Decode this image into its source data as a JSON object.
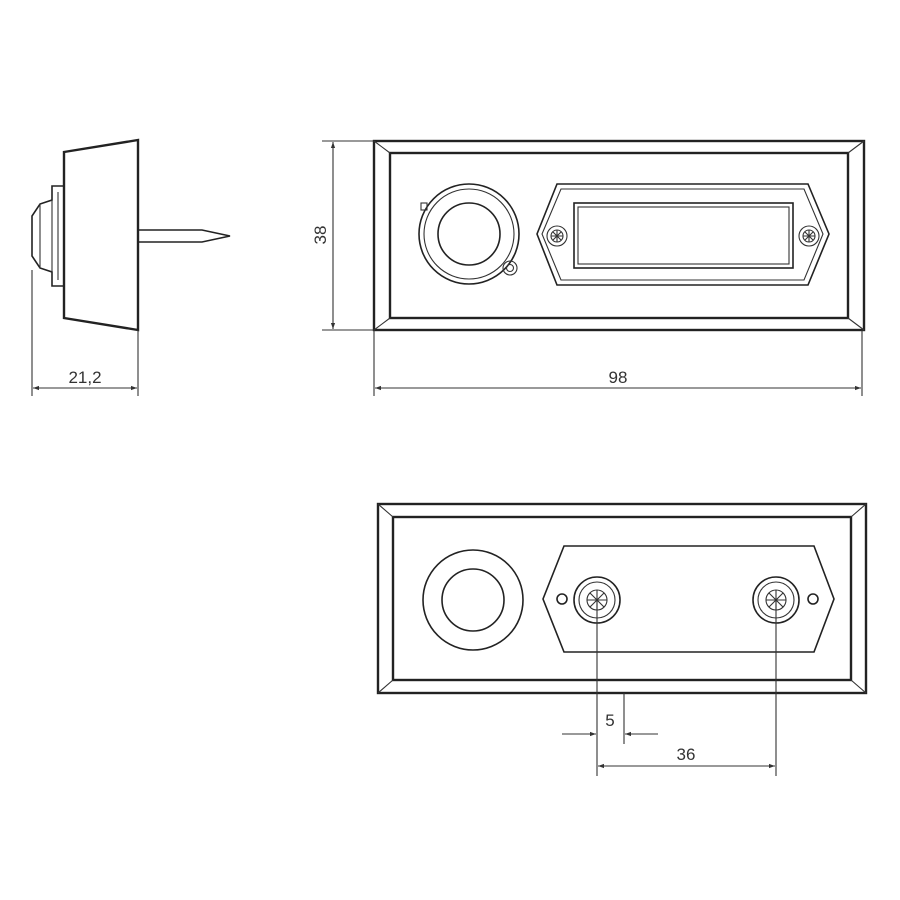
{
  "colors": {
    "line": "#222222",
    "dimension": "#333333",
    "background": "#ffffff"
  },
  "dimensions": {
    "side_depth": "21,2",
    "front_width": "98",
    "front_height": "38",
    "hole_offset": "5",
    "hole_spacing": "36"
  }
}
